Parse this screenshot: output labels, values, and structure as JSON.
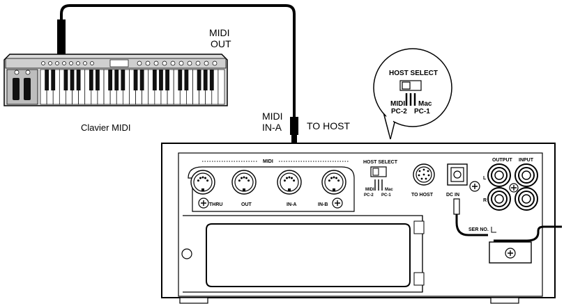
{
  "labels": {
    "midi_out": [
      "MIDI",
      "OUT"
    ],
    "midi_in_a": [
      "MIDI",
      "IN-A"
    ],
    "to_host": "TO HOST",
    "keyboard_caption": "Clavier MIDI"
  },
  "callout": {
    "title": "HOST SELECT",
    "left_label": [
      "MIDI",
      "PC-2"
    ],
    "right_label": [
      "Mac",
      "PC-1"
    ]
  },
  "panel": {
    "midi_header": "MIDI",
    "ports": [
      "THRU",
      "OUT",
      "IN-A",
      "IN-B"
    ],
    "host_select": "HOST SELECT",
    "host_select_left": [
      "MIDI",
      "PC-2"
    ],
    "host_select_right": [
      "Mac",
      "PC-1"
    ],
    "to_host": "TO HOST",
    "dc_in": "DC IN",
    "output": "OUTPUT",
    "input": "INPUT",
    "channel_l": "L",
    "channel_r": "R",
    "ser_no": "SER NO."
  },
  "colors": {
    "line": "#000000",
    "fill": "#ffffff",
    "keyboard_body": "#dcdcdc"
  }
}
